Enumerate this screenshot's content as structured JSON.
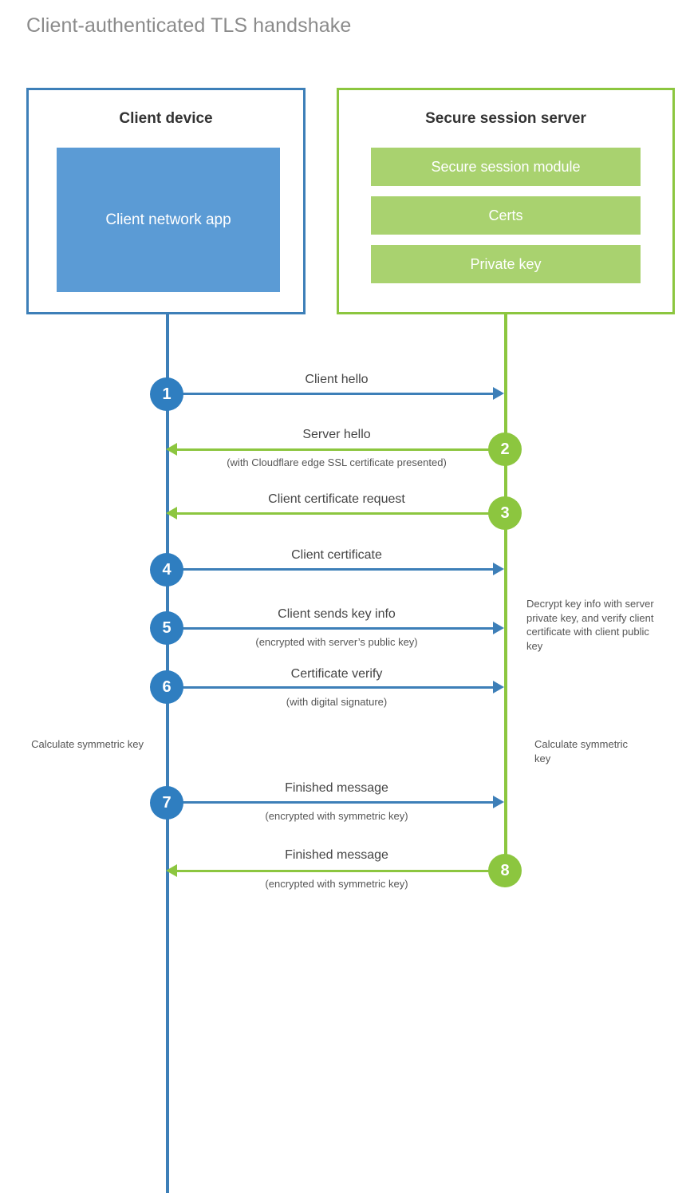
{
  "title": "Client-authenticated TLS handshake",
  "colors": {
    "client_blue": "#3d7fb8",
    "client_circle_blue": "#2f7ec0",
    "client_app_blue": "#5b9bd5",
    "server_green": "#8cc63f",
    "server_module_green": "#a9d26f",
    "title_gray": "#8b8b8b",
    "text_gray": "#454545"
  },
  "parties": {
    "client": {
      "title": "Client device",
      "app_label": "Client network app"
    },
    "server": {
      "title": "Secure session server",
      "modules": [
        "Secure session module",
        "Certs",
        "Private key"
      ]
    }
  },
  "steps": [
    {
      "number": "1",
      "label": "Client hello",
      "sub": "",
      "direction": "right",
      "color": "blue"
    },
    {
      "number": "2",
      "label": "Server hello",
      "sub": "(with Cloudflare edge SSL certificate presented)",
      "direction": "left",
      "color": "green"
    },
    {
      "number": "3",
      "label": "Client certificate request",
      "sub": "",
      "direction": "left",
      "color": "green"
    },
    {
      "number": "4",
      "label": "Client certificate",
      "sub": "",
      "direction": "right",
      "color": "blue"
    },
    {
      "number": "5",
      "label": "Client sends key info",
      "sub": "(encrypted with server’s public key)",
      "direction": "right",
      "color": "blue"
    },
    {
      "number": "6",
      "label": "Certificate verify",
      "sub": "(with digital signature)",
      "direction": "right",
      "color": "blue"
    },
    {
      "number": "7",
      "label": "Finished message",
      "sub": "(encrypted with symmetric key)",
      "direction": "right",
      "color": "blue"
    },
    {
      "number": "8",
      "label": "Finished message",
      "sub": "(encrypted with symmetric key)",
      "direction": "left",
      "color": "green"
    }
  ],
  "notes": {
    "server_decrypt": "Decrypt key info with server private key, and verify client certificate with client public key",
    "client_calc": "Calculate symmetric key",
    "server_calc": "Calculate symmetric key"
  }
}
